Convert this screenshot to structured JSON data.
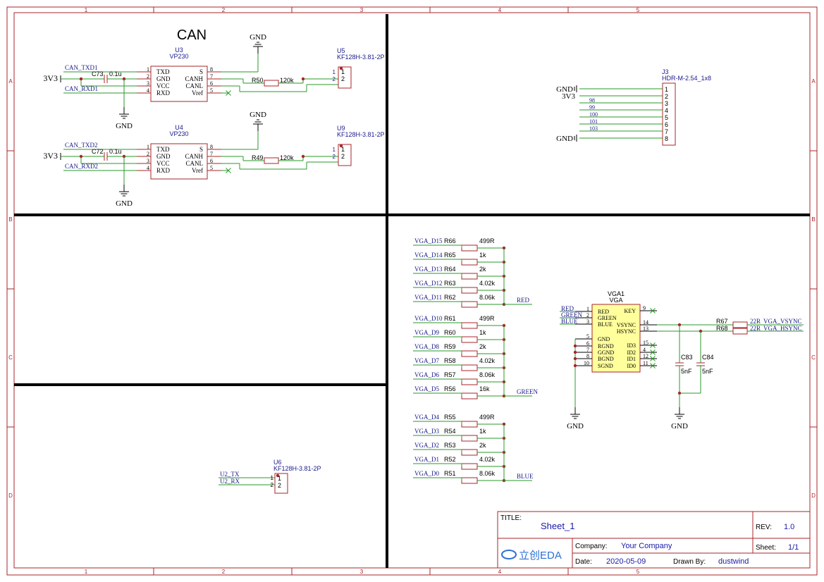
{
  "frame": {
    "col_labels": [
      "1",
      "2",
      "3",
      "4",
      "5"
    ],
    "row_labels": [
      "A",
      "B",
      "C",
      "D"
    ]
  },
  "colors": {
    "border": "#a8242a",
    "wire": "#2a9a2a",
    "component": "#a8242a",
    "net": "#1a1a8c",
    "chip_fill": "#ffff9c",
    "title_blue": "#1a1aa8"
  },
  "can": {
    "title": "CAN",
    "gnd": "GND",
    "v3": "3V3",
    "pins_left": [
      "1",
      "2",
      "3",
      "4"
    ],
    "pins_right": [
      "8",
      "7",
      "6",
      "5"
    ],
    "pin_names_left": [
      "TXD",
      "GND",
      "VCC",
      "RXD"
    ],
    "pin_names_right": [
      "S",
      "CANH",
      "CANL",
      "Vref"
    ],
    "res_val": "120k",
    "cap_val": "0.1u",
    "term_pins": [
      "1",
      "2"
    ],
    "u3": {
      "ref": "U3",
      "part": "VP230",
      "txd": "CAN_TXD1",
      "rxd": "CAN_RXD1",
      "cap": "C73",
      "res": "R50"
    },
    "u5": {
      "ref": "U5",
      "part": "KF128H-3.81-2P"
    },
    "u4": {
      "ref": "U4",
      "part": "VP230",
      "txd": "CAN_TXD2",
      "rxd": "CAN_RXD2",
      "cap": "C72",
      "res": "R49"
    },
    "u9": {
      "ref": "U9",
      "part": "KF128H-3.81-2P"
    }
  },
  "j3": {
    "ref": "J3",
    "part": "HDR-M-2.54_1x8",
    "pins": [
      "1",
      "2",
      "3",
      "4",
      "5",
      "6",
      "7",
      "8"
    ],
    "nets": [
      "GND",
      "3V3",
      "98",
      "99",
      "100",
      "101",
      "103",
      "GND"
    ]
  },
  "u6": {
    "ref": "U6",
    "part": "KF128H-3.81-2P",
    "nets": [
      "U2_TX",
      "U2_RX"
    ],
    "pins": [
      "1",
      "2"
    ]
  },
  "vga_red": {
    "out": "RED",
    "rows": [
      {
        "net": "VGA_D15",
        "ref": "R66",
        "val": "499R"
      },
      {
        "net": "VGA_D14",
        "ref": "R65",
        "val": "1k"
      },
      {
        "net": "VGA_D13",
        "ref": "R64",
        "val": "2k"
      },
      {
        "net": "VGA_D12",
        "ref": "R63",
        "val": "4.02k"
      },
      {
        "net": "VGA_D11",
        "ref": "R62",
        "val": "8.06k"
      }
    ]
  },
  "vga_green": {
    "out": "GREEN",
    "rows": [
      {
        "net": "VGA_D10",
        "ref": "R61",
        "val": "499R"
      },
      {
        "net": "VGA_D9",
        "ref": "R60",
        "val": "1k"
      },
      {
        "net": "VGA_D8",
        "ref": "R59",
        "val": "2k"
      },
      {
        "net": "VGA_D7",
        "ref": "R58",
        "val": "4.02k"
      },
      {
        "net": "VGA_D6",
        "ref": "R57",
        "val": "8.06k"
      },
      {
        "net": "VGA_D5",
        "ref": "R56",
        "val": "16k"
      }
    ]
  },
  "vga_blue": {
    "out": "BLUE",
    "rows": [
      {
        "net": "VGA_D4",
        "ref": "R55",
        "val": "499R"
      },
      {
        "net": "VGA_D3",
        "ref": "R54",
        "val": "1k"
      },
      {
        "net": "VGA_D2",
        "ref": "R53",
        "val": "2k"
      },
      {
        "net": "VGA_D1",
        "ref": "R52",
        "val": "4.02k"
      },
      {
        "net": "VGA_D0",
        "ref": "R51",
        "val": "8.06k"
      }
    ]
  },
  "vga_conn": {
    "ref": "VGA1",
    "part": "VGA",
    "in_nets": [
      "RED",
      "GREEN",
      "BLUE"
    ],
    "left_pins": [
      "1",
      "2",
      "3",
      "5",
      "6",
      "7",
      "8",
      "10"
    ],
    "left_names": [
      "RED",
      "GREEN",
      "BLUE",
      "GND",
      "RGND",
      "GGND",
      "BGND",
      "SGND"
    ],
    "right_pins": [
      "9",
      "14",
      "13",
      "15",
      "4",
      "12",
      "11"
    ],
    "right_names": [
      "KEY",
      "VSYNC",
      "HSYNC",
      "ID3",
      "ID2",
      "ID1",
      "ID0"
    ],
    "r67": "R67",
    "r68": "R68",
    "r67_val": "22R",
    "r68_val": "22R",
    "vsync_net": "VGA_VSYNC",
    "hsync_net": "VGA_HSYNC",
    "c83": "C83",
    "c84": "C84",
    "cap_val": "5nF",
    "gnd": "GND"
  },
  "titleblock": {
    "title_label": "TITLE:",
    "title_value": "Sheet_1",
    "rev_label": "REV:",
    "rev_value": "1.0",
    "company_label": "Company:",
    "company_value": "Your Company",
    "sheet_label": "Sheet:",
    "sheet_value": "1/1",
    "date_label": "Date:",
    "date_value": "2020-05-09",
    "drawn_label": "Drawn By:",
    "drawn_value": "dustwind",
    "logo_text": "立创EDA"
  }
}
